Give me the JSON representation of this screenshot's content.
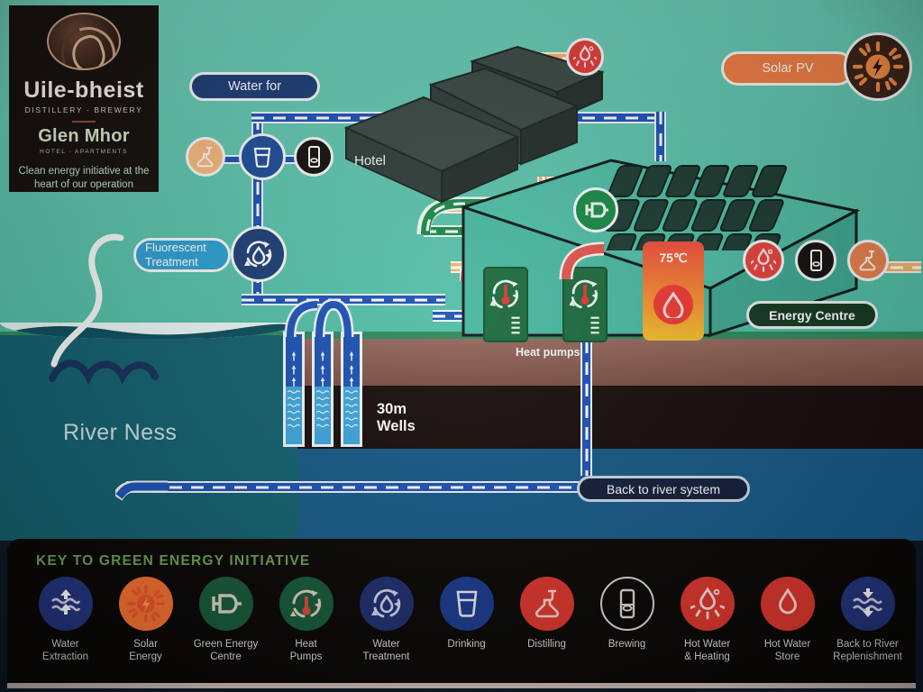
{
  "poster": {
    "title": "Uile-bheist Distillery & Brewery / Glen Mhor Hotel — Clean energy initiative",
    "background_color": "#5cc3ac"
  },
  "logo": {
    "brand_primary": "Uile-bheist",
    "brand_primary_sub": "DISTILLERY · BREWERY",
    "brand_secondary": "Glen Mhor",
    "brand_secondary_sub": "HOTEL · APARTMENTS",
    "tagline": "Clean energy initiative at the heart of our operation",
    "mark_name": "celtic-beast-roundel"
  },
  "labels": {
    "water_for": "Water for",
    "fluorescent_treatment": "Fluorescent Treatment",
    "solar_pv": "Solar PV",
    "energy_centre": "Energy Centre",
    "hotel": "Hotel",
    "heat_pumps": "Heat pumps",
    "wells": "30m\nWells",
    "wells_line1": "30m",
    "wells_line2": "Wells",
    "river": "River Ness",
    "back_to_river": "Back to river system",
    "hot_water_temperature": "75℃"
  },
  "colors": {
    "teal_background": "#5cc3ac",
    "river_blue": "#14616f",
    "soil_brown": "#8c5b4e",
    "rock_black": "#190e0c",
    "aquifer_blue": "#175b88",
    "pipe_cold_water": "#1f53b5",
    "pipe_hot_water": "#f3b46a",
    "pipe_green_energy": "#1c8a4a",
    "pipe_hot_feed": "#e1564f",
    "accent_orange": "#ef7f45",
    "accent_green": "#1d6b3e",
    "key_panel": "#0b0807",
    "key_title_green": "#6d9f58"
  },
  "scene_badges": [
    {
      "name": "distilling-badge",
      "icon": "distilling-icon",
      "fill": "#f5b97e",
      "stroke": "#ffffff"
    },
    {
      "name": "drinking-badge",
      "icon": "drinking-icon",
      "fill": "#1f4f9c",
      "stroke": "#ffffff"
    },
    {
      "name": "brewing-badge",
      "icon": "brewing-icon",
      "fill": "#17120f",
      "stroke": "#ffffff"
    },
    {
      "name": "water-treatment-badge",
      "icon": "water-treatment-icon",
      "fill": "#1f3f77",
      "stroke": "#ffffff"
    },
    {
      "name": "hot-water-heating-badge-top",
      "icon": "hot-water-heating-icon",
      "fill": "#e23d3a",
      "stroke": "#ffffff"
    },
    {
      "name": "solar-pv-badge",
      "icon": "solar-energy-icon",
      "fill": "#3b241a",
      "stroke": "#ffffff"
    },
    {
      "name": "green-energy-centre-badge",
      "icon": "green-energy-centre-icon",
      "fill": "#1a8a46",
      "stroke": "#ffffff"
    },
    {
      "name": "hot-water-heating-badge-right",
      "icon": "hot-water-heating-icon",
      "fill": "#e6433c",
      "stroke": "#ffffff"
    },
    {
      "name": "brewing-badge-right",
      "icon": "brewing-icon",
      "fill": "#17120f",
      "stroke": "#ffffff"
    },
    {
      "name": "distilling-badge-right",
      "icon": "distilling-icon",
      "fill": "#e8814f",
      "stroke": "#ffffff"
    }
  ],
  "key": {
    "title": "KEY TO GREEN ENERGY INITIATIVE",
    "items": [
      {
        "label": "Water\nExtraction",
        "line1": "Water",
        "line2": "Extraction",
        "icon": "water-extraction-icon",
        "color": "#24357e"
      },
      {
        "label": "Solar\nEnergy",
        "line1": "Solar",
        "line2": "Energy",
        "icon": "solar-energy-icon",
        "color": "#ef7030"
      },
      {
        "label": "Green Energy\nCentre",
        "line1": "Green Energy",
        "line2": "Centre",
        "icon": "green-energy-centre-icon",
        "color": "#17593a"
      },
      {
        "label": "Heat\nPumps",
        "line1": "Heat",
        "line2": "Pumps",
        "icon": "heat-pumps-icon",
        "color": "#17593a"
      },
      {
        "label": "Water\nTreatment",
        "line1": "Water",
        "line2": "Treatment",
        "icon": "water-treatment-icon",
        "color": "#1f2f6e"
      },
      {
        "label": "Drinking",
        "line1": "Drinking",
        "line2": "",
        "icon": "drinking-icon",
        "color": "#1b3a8c"
      },
      {
        "label": "Distilling",
        "line1": "Distilling",
        "line2": "",
        "icon": "distilling-icon",
        "color": "#d8362c"
      },
      {
        "label": "Brewing",
        "line1": "Brewing",
        "line2": "",
        "icon": "brewing-icon",
        "color": "#0b0807"
      },
      {
        "label": "Hot Water\n& Heating",
        "line1": "Hot Water",
        "line2": "& Heating",
        "icon": "hot-water-heating-icon",
        "color": "#d8362c"
      },
      {
        "label": "Hot Water\nStore",
        "line1": "Hot Water",
        "line2": "Store",
        "icon": "hot-water-store-icon",
        "color": "#d8362c"
      },
      {
        "label": "Back to River\nReplenishment",
        "line1": "Back to River",
        "line2": "Replenishment",
        "icon": "back-to-river-icon",
        "color": "#24357e"
      }
    ]
  }
}
